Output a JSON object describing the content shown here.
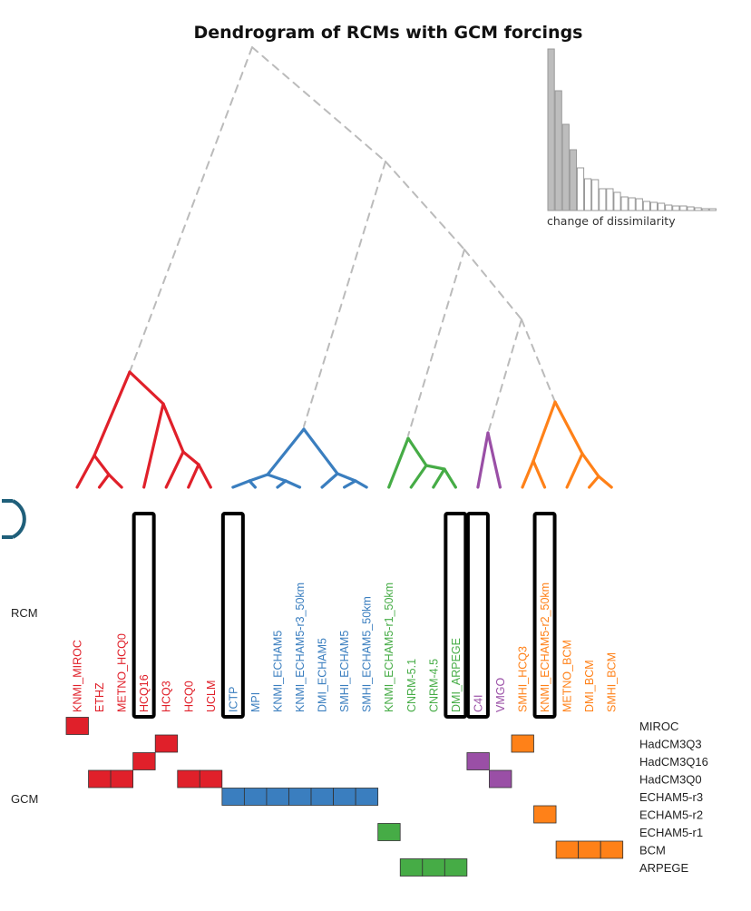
{
  "title": "Dendrogram of RCMs with GCM forcings",
  "row_labels": {
    "rcm": "RCM",
    "gcm": "GCM"
  },
  "colors": {
    "red": "#e0202a",
    "blue": "#3a7ebf",
    "green": "#46ac46",
    "purple": "#9a4fa6",
    "orange": "#ff8118",
    "dashed": "#bbbbbb",
    "inset_filled": "#bdbdbd",
    "panel_label": "#1f5f7a"
  },
  "gcms": [
    "MIROC",
    "HadCM3Q3",
    "HadCM3Q16",
    "HadCM3Q0",
    "ECHAM5-r3",
    "ECHAM5-r2",
    "ECHAM5-r1",
    "BCM",
    "ARPEGE"
  ],
  "rcms": [
    {
      "name": "KNMI_MIROC",
      "cluster": "red",
      "gcm": "MIROC",
      "highlighted": false
    },
    {
      "name": "ETHZ",
      "cluster": "red",
      "gcm": "HadCM3Q0",
      "highlighted": false
    },
    {
      "name": "METNO_HCQ0",
      "cluster": "red",
      "gcm": "HadCM3Q0",
      "highlighted": false
    },
    {
      "name": "HCQ16",
      "cluster": "red",
      "gcm": "HadCM3Q16",
      "highlighted": true
    },
    {
      "name": "HCQ3",
      "cluster": "red",
      "gcm": "HadCM3Q3",
      "highlighted": false
    },
    {
      "name": "HCQ0",
      "cluster": "red",
      "gcm": "HadCM3Q0",
      "highlighted": false
    },
    {
      "name": "UCLM",
      "cluster": "red",
      "gcm": "HadCM3Q0",
      "highlighted": false
    },
    {
      "name": "ICTP",
      "cluster": "blue",
      "gcm": "ECHAM5-r3",
      "highlighted": true
    },
    {
      "name": "MPI",
      "cluster": "blue",
      "gcm": "ECHAM5-r3",
      "highlighted": false
    },
    {
      "name": "KNMI_ECHAM5",
      "cluster": "blue",
      "gcm": "ECHAM5-r3",
      "highlighted": false
    },
    {
      "name": "KNMI_ECHAM5-r3_50km",
      "cluster": "blue",
      "gcm": "ECHAM5-r3",
      "highlighted": false
    },
    {
      "name": "DMI_ECHAM5",
      "cluster": "blue",
      "gcm": "ECHAM5-r3",
      "highlighted": false
    },
    {
      "name": "SMHI_ECHAM5",
      "cluster": "blue",
      "gcm": "ECHAM5-r3",
      "highlighted": false
    },
    {
      "name": "SMHI_ECHAM5_50km",
      "cluster": "blue",
      "gcm": "ECHAM5-r3",
      "highlighted": false
    },
    {
      "name": "KNMI_ECHAM5-r1_50km",
      "cluster": "green",
      "gcm": "ECHAM5-r1",
      "highlighted": false
    },
    {
      "name": "CNRM-5.1",
      "cluster": "green",
      "gcm": "ARPEGE",
      "highlighted": false
    },
    {
      "name": "CNRM-4.5",
      "cluster": "green",
      "gcm": "ARPEGE",
      "highlighted": false
    },
    {
      "name": "DMI_ARPEGE",
      "cluster": "green",
      "gcm": "ARPEGE",
      "highlighted": true
    },
    {
      "name": "C4I",
      "cluster": "purple",
      "gcm": "HadCM3Q16",
      "highlighted": true
    },
    {
      "name": "VMGO",
      "cluster": "purple",
      "gcm": "HadCM3Q0",
      "highlighted": false
    },
    {
      "name": "SMHI_HCQ3",
      "cluster": "orange",
      "gcm": "HadCM3Q3",
      "highlighted": false
    },
    {
      "name": "KNMI_ECHAM5-r2_50km",
      "cluster": "orange",
      "gcm": "ECHAM5-r2",
      "highlighted": true
    },
    {
      "name": "METNO_BCM",
      "cluster": "orange",
      "gcm": "BCM",
      "highlighted": false
    },
    {
      "name": "DMI_BCM",
      "cluster": "orange",
      "gcm": "BCM",
      "highlighted": false
    },
    {
      "name": "SMHI_BCM",
      "cluster": "orange",
      "gcm": "BCM",
      "highlighted": false
    }
  ],
  "chart_data": {
    "type": "bar",
    "title": "",
    "xlabel": "change of dissimilarity",
    "ylabel": "",
    "values": [
      178,
      132,
      95,
      67,
      47,
      35,
      34,
      24,
      24,
      20,
      15,
      14,
      13,
      10,
      9,
      8,
      6,
      5,
      5,
      4,
      3,
      2,
      2
    ],
    "filled_count": 4,
    "ylim": [
      0,
      178
    ]
  }
}
